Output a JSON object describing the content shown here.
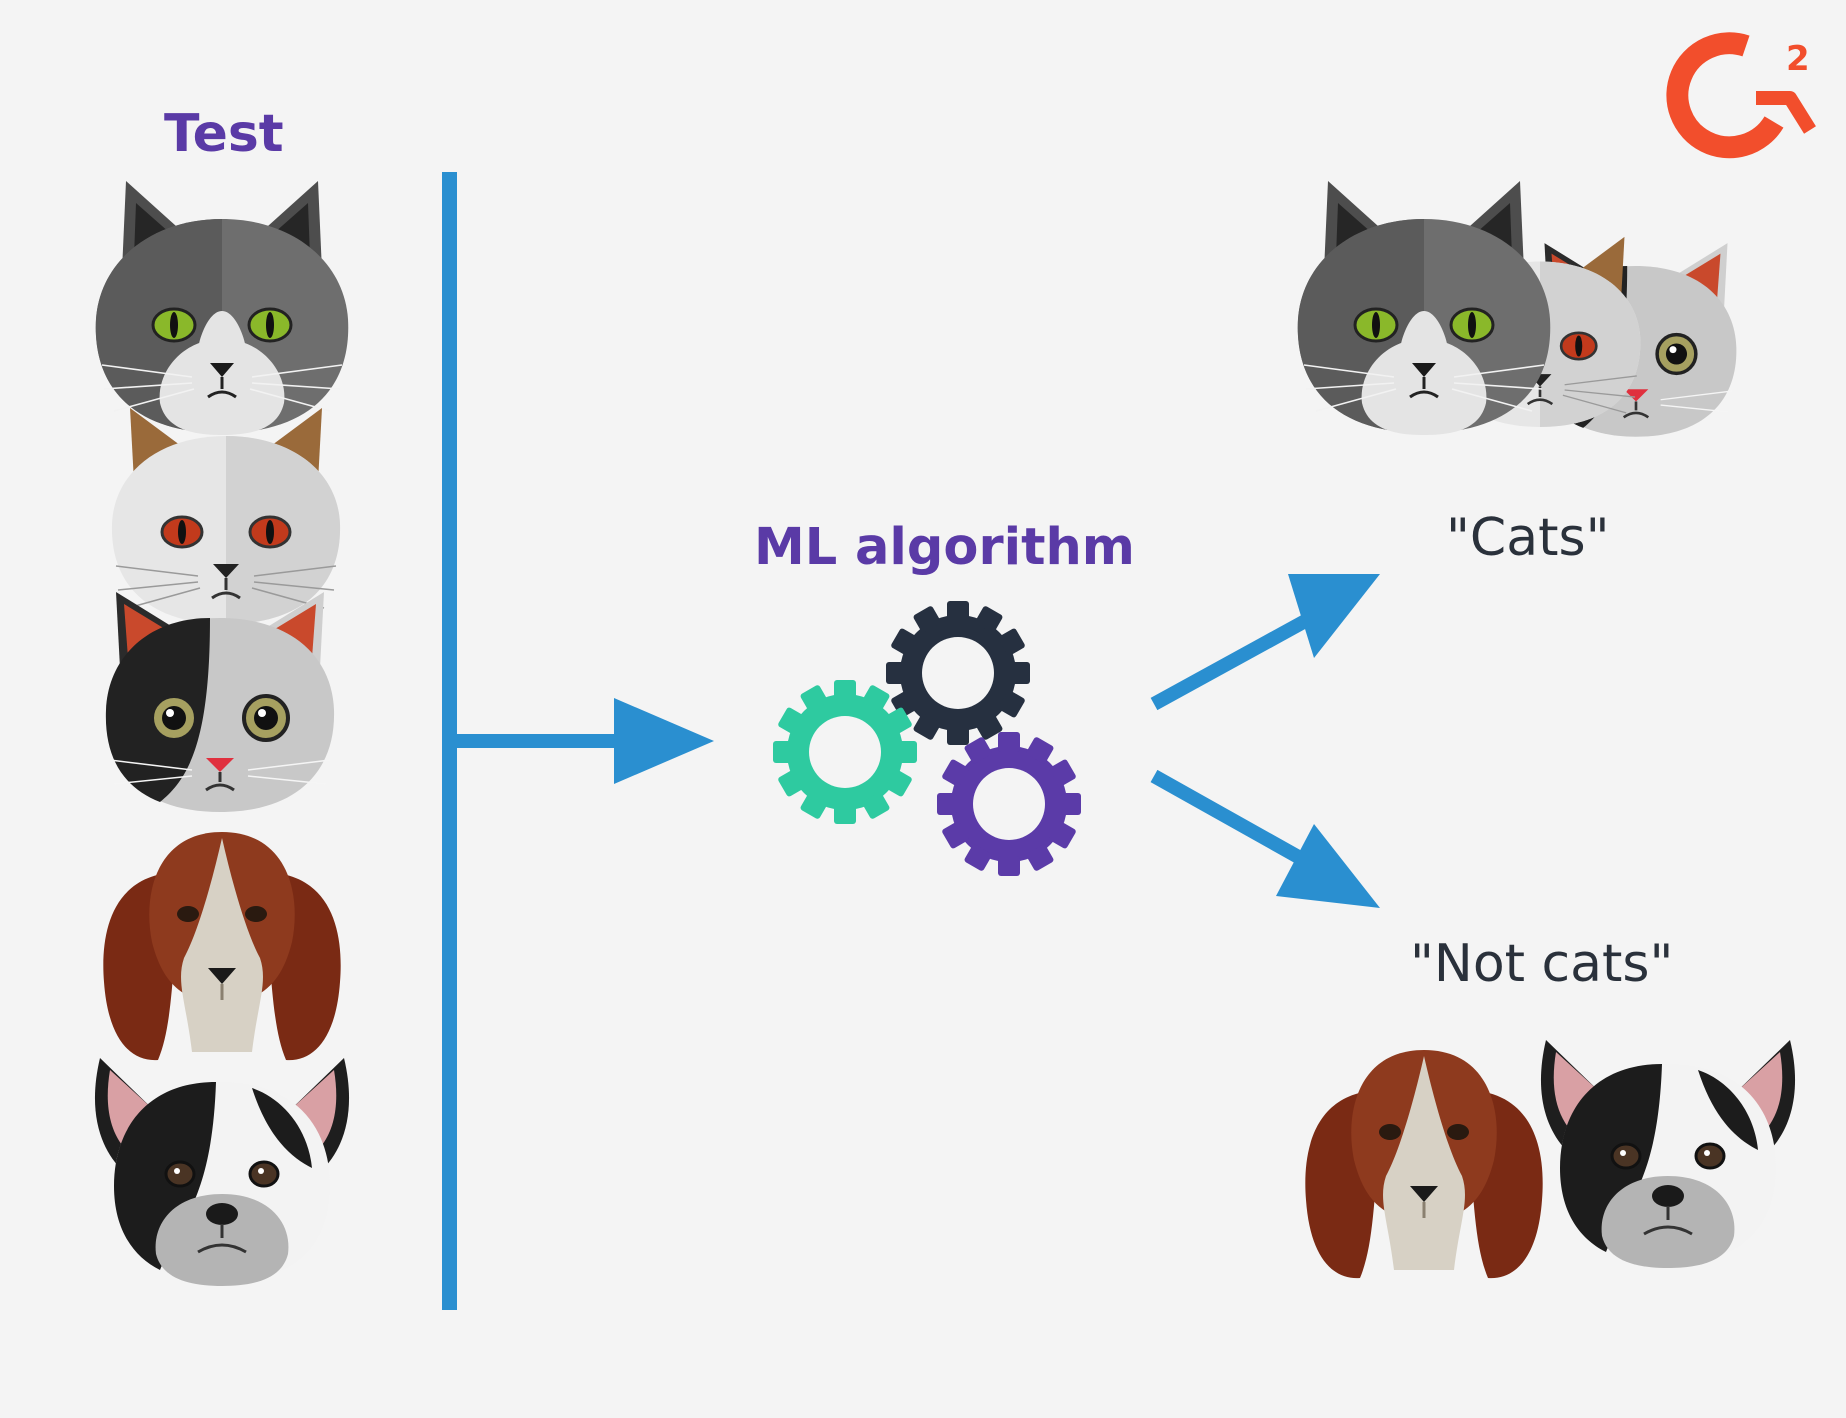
{
  "labels": {
    "test": "Test",
    "algorithm": "ML algorithm",
    "cats": "\"Cats\"",
    "not_cats": "\"Not cats\""
  },
  "icons": {
    "logo": "g2-logo-icon",
    "gears": [
      "gear-icon-dark",
      "gear-icon-teal",
      "gear-icon-purple"
    ],
    "inputs": [
      "gray-cat-face-icon",
      "white-cat-face-icon",
      "calico-cat-face-icon",
      "beagle-face-icon",
      "bulldog-face-icon"
    ]
  },
  "colors": {
    "background": "#f4f4f4",
    "label_purple": "#5a3aa6",
    "label_dark": "#2a313b",
    "arrow_blue": "#2a8fd0",
    "gear_dark": "#263040",
    "gear_teal": "#2ecaa0",
    "gear_purple": "#5b3ba8",
    "logo_orange": "#f24e2c"
  }
}
